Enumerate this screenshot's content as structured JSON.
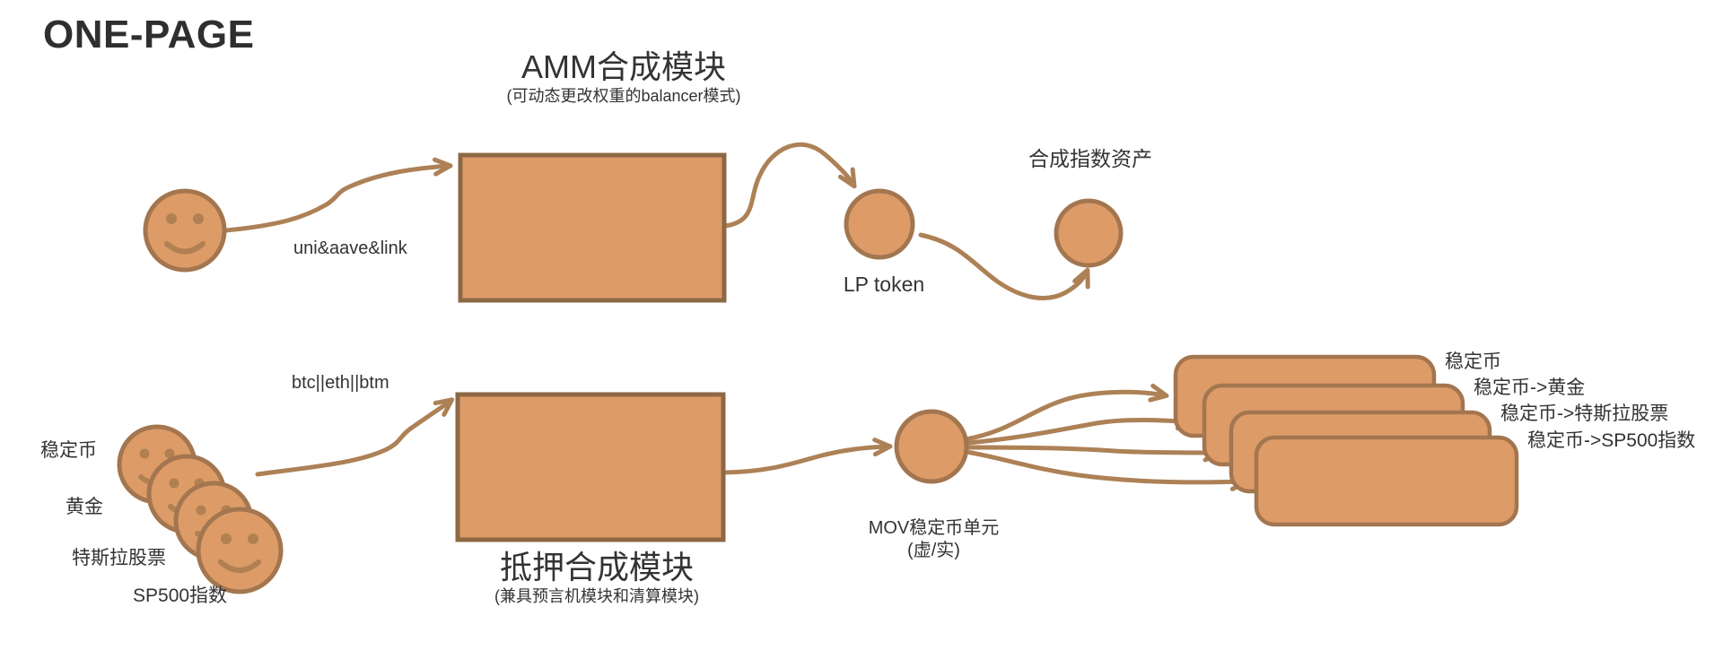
{
  "page": {
    "title": "ONE-PAGE"
  },
  "colors": {
    "background": "#FFFFFF",
    "title": "#2F2F2F",
    "text": "#333333",
    "shape_fill": "#DD9B68",
    "shape_stroke": "#A3764F",
    "box_stroke": "#8D6845",
    "face_feature": "#B08052",
    "arrow": "#AD8156"
  },
  "amm_flow": {
    "module_title": "AMM合成模块",
    "module_subtitle": "(可动态更改权重的balancer模式)",
    "input_arrow_label": "uni&aave&link",
    "lp_token_label": "LP token",
    "synthetic_asset_label": "合成指数资产"
  },
  "collateral_flow": {
    "module_title": "抵押合成模块",
    "module_subtitle": "(兼具预言机模块和清算模块)",
    "input_arrow_label": "btc||eth||btm",
    "mov_unit_label": "MOV稳定币单元",
    "mov_unit_sublabel": "(虚/实)",
    "input_assets": [
      "稳定币",
      "黄金",
      "特斯拉股票",
      "SP500指数"
    ],
    "output_assets": [
      "稳定币",
      "稳定币->黄金",
      "稳定币->特斯拉股票",
      "稳定币->SP500指数"
    ]
  }
}
